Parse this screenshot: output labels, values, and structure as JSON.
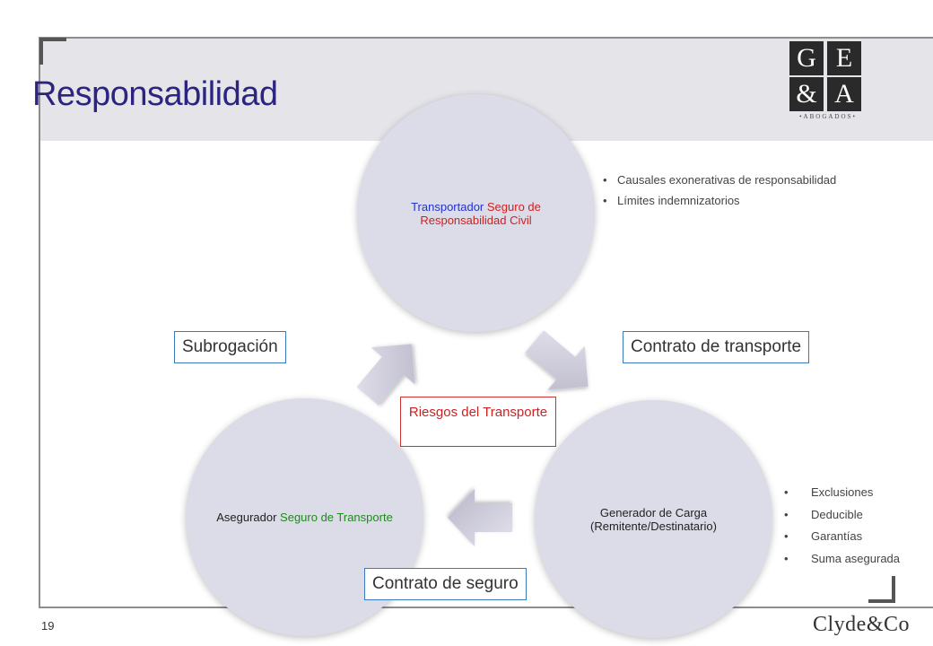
{
  "slide": {
    "title": "Responsabilidad",
    "page_number": "19",
    "footer_brand": "Clyde&Co"
  },
  "logo": {
    "letters": [
      "G",
      "E",
      "&",
      "A"
    ],
    "subtitle": "•ABOGADOS•"
  },
  "cycle": {
    "top": {
      "role": "Transportador",
      "insurance": "Seguro de Responsabilidad Civil"
    },
    "right": {
      "role": "Generador de Carga (Remitente/Destinatario)"
    },
    "left": {
      "role": "Asegurador",
      "insurance": "Seguro de Transporte"
    },
    "center": "Riesgos del Transporte"
  },
  "relations": {
    "left_top": "Subrogación",
    "top_right": "Contrato de transporte",
    "right_left": "Contrato de seguro"
  },
  "bullets_top": [
    "Causales exonerativas de responsabilidad",
    "Límites indemnizatorios"
  ],
  "bullets_right": [
    "Exclusiones",
    "Deducible",
    "Garantías",
    "Suma asegurada"
  ],
  "colors": {
    "title": "#2b2480",
    "circle_fill": "#dcdbe8",
    "transportador": "#2233cc",
    "seguro_rc": "#cc2222",
    "seguro_transporte": "#1e8a1e",
    "box_border": "#3a7bbf"
  }
}
